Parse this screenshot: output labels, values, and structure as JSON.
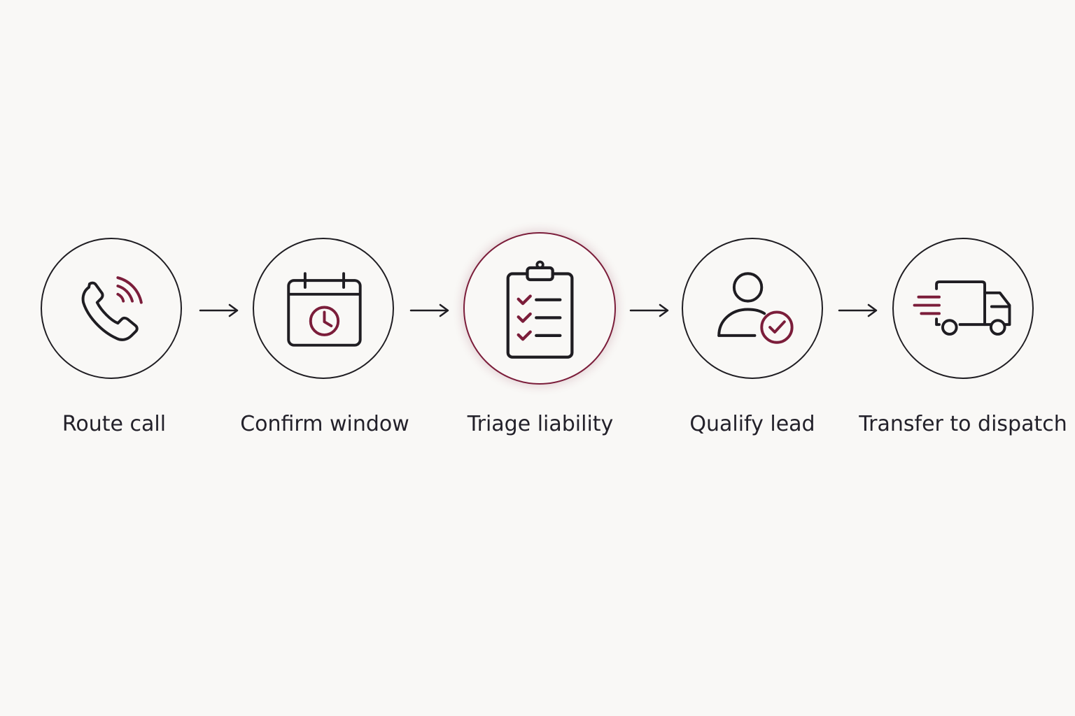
{
  "colors": {
    "background": "#f9f8f6",
    "stroke": "#1f1d22",
    "accent": "#7b1d3a"
  },
  "steps": [
    {
      "label": "Route call",
      "icon": "phone-ringing-icon",
      "active": false
    },
    {
      "label": "Confirm window",
      "icon": "calendar-clock-icon",
      "active": false
    },
    {
      "label": "Triage liability",
      "icon": "clipboard-checklist-icon",
      "active": true
    },
    {
      "label": "Qualify lead",
      "icon": "user-check-icon",
      "active": false
    },
    {
      "label": "Transfer to dispatch",
      "icon": "fast-truck-icon",
      "active": false
    }
  ],
  "connectors": [
    {
      "icon": "arrow-right-icon"
    },
    {
      "icon": "arrow-right-icon"
    },
    {
      "icon": "arrow-right-icon"
    },
    {
      "icon": "arrow-right-icon"
    }
  ]
}
